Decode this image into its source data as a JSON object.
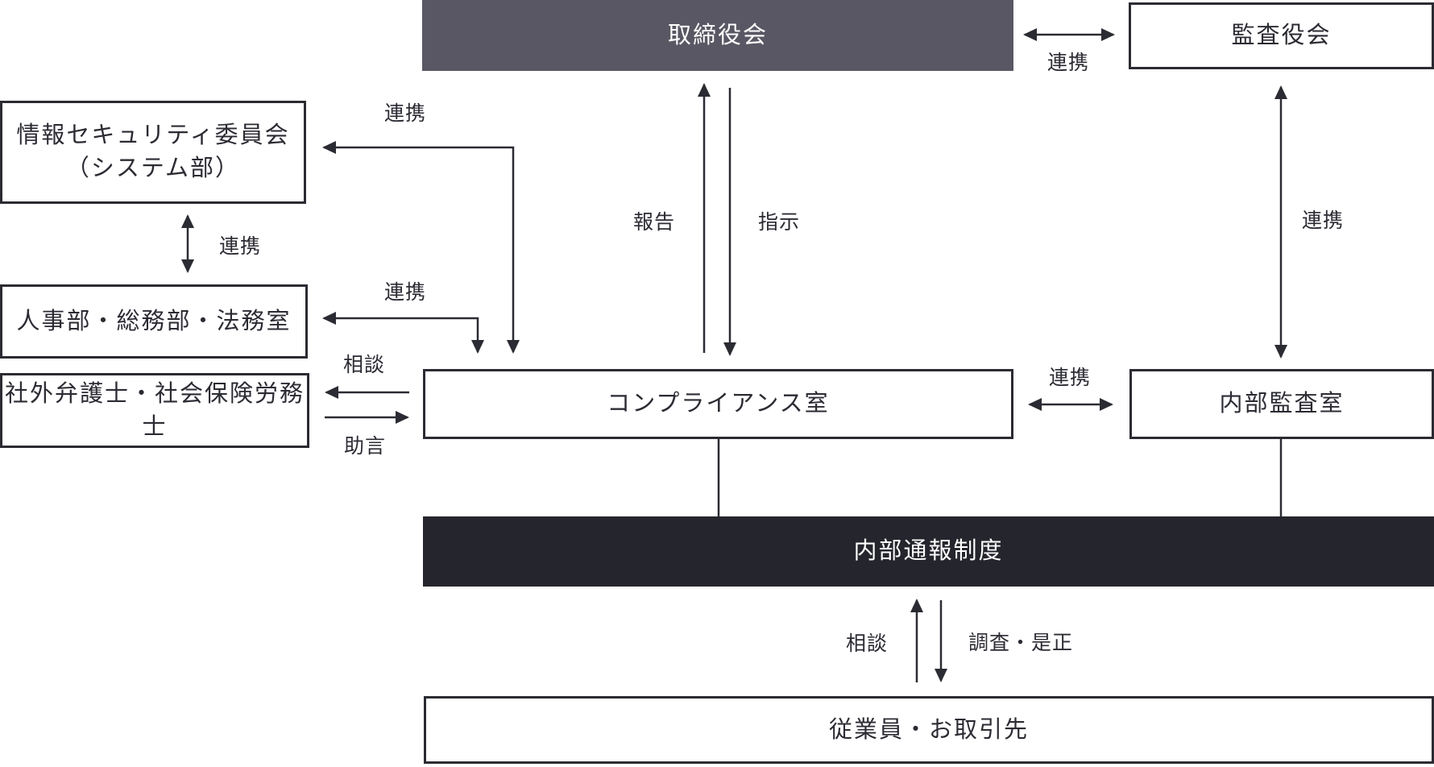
{
  "boxes": {
    "board": {
      "label": "取締役会"
    },
    "audit_board": {
      "label": "監査役会"
    },
    "infosec": {
      "line1": "情報セキュリティ委員会",
      "line2": "（システム部）"
    },
    "hr_legal": {
      "label": "人事部・総務部・法務室"
    },
    "external_advisors": {
      "label": "社外弁護士・社会保険労務士"
    },
    "compliance": {
      "label": "コンプライアンス室"
    },
    "internal_audit": {
      "label": "内部監査室"
    },
    "whistleblowing": {
      "label": "内部通報制度"
    },
    "employees_partners": {
      "label": "従業員・お取引先"
    }
  },
  "edge_labels": {
    "board_auditboard_renkei": "連携",
    "report": "報告",
    "instruction": "指示",
    "infosec_compliance_renkei": "連携",
    "infosec_hr_renkei": "連携",
    "hr_compliance_renkei": "連携",
    "consult_left": "相談",
    "advice": "助言",
    "compliance_internalaudit_renkei": "連携",
    "auditboard_internalaudit_renkei": "連携",
    "consult_bottom": "相談",
    "investigation_correction": "調査・是正"
  },
  "colors": {
    "board_box_bg": "#5a5764",
    "whistleblowing_box_bg": "#25252d",
    "line_and_border": "#2b2b33",
    "box_text_dark": "#2b2b33",
    "box_text_light": "#ffffff",
    "background": "#ffffff"
  }
}
